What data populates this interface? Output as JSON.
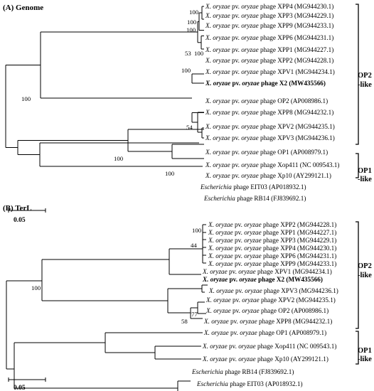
{
  "panels": [
    {
      "title": "(A) Genome",
      "scale_label": "0.05",
      "leaves": [
        {
          "genus": "X. oryzae",
          "mid": " pv. ",
          "species": "oryzae",
          "rest": " phage XPP4 (MG944230.1)",
          "bold": false
        },
        {
          "genus": "X. oryzae",
          "mid": " pv. ",
          "species": "oryzae",
          "rest": " phage XPP3 (MG944229.1)",
          "bold": false
        },
        {
          "genus": "X. oryzae",
          "mid": " pv. ",
          "species": "oryzae",
          "rest": " phage XPP9 (MG944233.1)",
          "bold": false
        },
        {
          "genus": "X. oryzae",
          "mid": " pv. ",
          "species": "oryzae",
          "rest": " phage XPP6 (MG944231.1)",
          "bold": false
        },
        {
          "genus": "X. oryzae",
          "mid": " pv. ",
          "species": "oryzae",
          "rest": " phage XPP1 (MG944227.1)",
          "bold": false
        },
        {
          "genus": "X. oryzae",
          "mid": " pv. ",
          "species": "oryzae",
          "rest": " phage XPP2 (MG944228.1)",
          "bold": false
        },
        {
          "genus": "X. oryzae",
          "mid": " pv. ",
          "species": "oryzae",
          "rest": " phage XPV1 (MG944234.1)",
          "bold": false
        },
        {
          "genus": "X. oryzae",
          "mid": " pv. ",
          "species": "oryzae",
          "rest": " phage X2 (MW435566)",
          "bold": true
        },
        {
          "genus": "X. oryzae",
          "mid": " pv. ",
          "species": "oryzae",
          "rest": " phage OP2 (AP008986.1)",
          "bold": false
        },
        {
          "genus": "X. oryzae",
          "mid": " pv. ",
          "species": "oryzae",
          "rest": " phage XPP8 (MG944232.1)",
          "bold": false
        },
        {
          "genus": "X. oryzae",
          "mid": " pv. ",
          "species": "oryzae",
          "rest": " phage XPV2 (MG944235.1)",
          "bold": false
        },
        {
          "genus": "X. oryzae",
          "mid": " pv. ",
          "species": "oryzae",
          "rest": " phage XPV3 (MG944236.1)",
          "bold": false
        },
        {
          "genus": "X. oryzae",
          "mid": " pv. ",
          "species": "oryzae",
          "rest": " phage OP1 (AP008979.1)",
          "bold": false
        },
        {
          "genus": "X. oryzae",
          "mid": " pv. ",
          "species": "oryzae",
          "rest": " phage Xop411 (NC 009543.1)",
          "bold": false
        },
        {
          "genus": "X. oryzae",
          "mid": " pv. ",
          "species": "oryzae",
          "rest": " phage Xp10 (AY299121.1)",
          "bold": false
        },
        {
          "genus": "Escherichia",
          "mid": "",
          "species": "",
          "rest": " phage EIT03 (AP018932.1)",
          "bold": false
        },
        {
          "genus": "Escherichia",
          "mid": "",
          "species": "",
          "rest": " phage RB14 (FJ839692.1)",
          "bold": false
        }
      ],
      "bootstraps": [
        "100",
        "100",
        "100",
        "53",
        "100",
        "100",
        "100",
        "54",
        "100",
        "100"
      ],
      "groups": [
        {
          "line1": "OP2",
          "line2": "-like"
        },
        {
          "line1": "OP1",
          "line2": "-like"
        }
      ]
    },
    {
      "title": "(B) TerL",
      "scale_label": "0.05",
      "leaves": [
        {
          "genus": "X. oryzae",
          "mid": " pv. ",
          "species": "oryzae",
          "rest": " phage XPP2 (MG944228.1)",
          "bold": false
        },
        {
          "genus": "X. oryzae",
          "mid": " pv. ",
          "species": "oryzae",
          "rest": " phage XPP1 (MG944227.1)",
          "bold": false
        },
        {
          "genus": "X. oryzae",
          "mid": " pv. ",
          "species": "oryzae",
          "rest": " phage XPP3 (MG944229.1)",
          "bold": false
        },
        {
          "genus": "X. oryzae",
          "mid": " pv. ",
          "species": "oryzae",
          "rest": " phage XPP4 (MG944230.1)",
          "bold": false
        },
        {
          "genus": "X. oryzae",
          "mid": " pv. ",
          "species": "oryzae",
          "rest": " phage XPP6 (MG944231.1)",
          "bold": false
        },
        {
          "genus": "X. oryzae",
          "mid": " pv. ",
          "species": "oryzae",
          "rest": " phage XPP9 (MG944233.1)",
          "bold": false
        },
        {
          "genus": "X. oryzae",
          "mid": " pv. ",
          "species": "oryzae",
          "rest": " phage XPV1 (MG944234.1)",
          "bold": false
        },
        {
          "genus": "X. oryzae",
          "mid": " pv. ",
          "species": "oryzae",
          "rest": " phage X2 (MW435566)",
          "bold": true
        },
        {
          "genus": "X. oryzae",
          "mid": " pv. ",
          "species": "oryzae",
          "rest": " phage XPV3 (MG944236.1)",
          "bold": false
        },
        {
          "genus": "X. oryzae",
          "mid": " pv. ",
          "species": "oryzae",
          "rest": " phage XPV2 (MG944235.1)",
          "bold": false
        },
        {
          "genus": "X. oryzae",
          "mid": " pv. ",
          "species": "oryzae",
          "rest": " phage OP2 (AP008986.1)",
          "bold": false
        },
        {
          "genus": "X. oryzae",
          "mid": " pv. ",
          "species": "oryzae",
          "rest": " phage XPP8 (MG944232.1)",
          "bold": false
        },
        {
          "genus": "X. oryzae",
          "mid": " pv. ",
          "species": "oryzae",
          "rest": " phage OP1 (AP008979.1)",
          "bold": false
        },
        {
          "genus": "X. oryzae",
          "mid": " pv. ",
          "species": "oryzae",
          "rest": " phage Xop411 (NC 009543.1)",
          "bold": false
        },
        {
          "genus": "X. oryzae",
          "mid": " pv. ",
          "species": "oryzae",
          "rest": " phage Xp10 (AY299121.1)",
          "bold": false
        },
        {
          "genus": "Escherichia",
          "mid": "",
          "species": "",
          "rest": " phage RB14 (FJ839692.1)",
          "bold": false
        },
        {
          "genus": "Escherichia",
          "mid": "",
          "species": "",
          "rest": " phage EIT03 (AP018932.1)",
          "bold": false
        }
      ],
      "bootstraps": [
        "100",
        "44",
        "100",
        "77",
        "58"
      ],
      "groups": [
        {
          "line1": "OP2",
          "line2": "-like"
        },
        {
          "line1": "OP1",
          "line2": "-like"
        }
      ]
    }
  ]
}
